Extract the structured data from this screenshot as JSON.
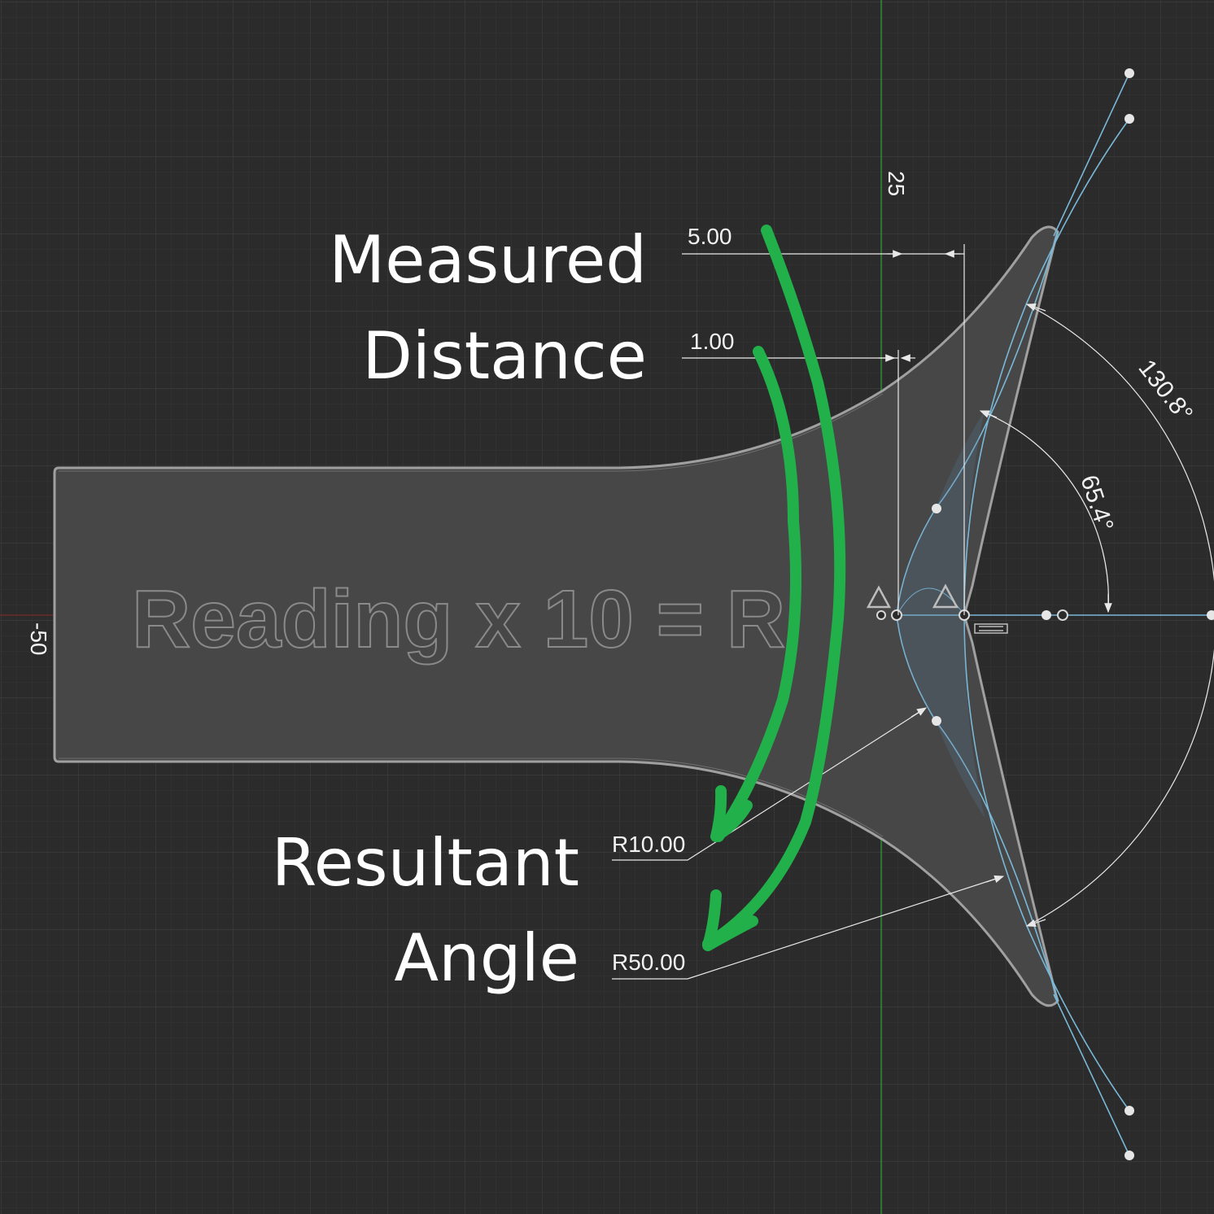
{
  "annotations": {
    "measured_line1": "Measured",
    "measured_line2": "Distance",
    "resultant_line1": "Resultant",
    "resultant_line2": "Angle",
    "watermark": "Reading x 10 = R"
  },
  "dimensions": {
    "dim_5": "5.00",
    "dim_1": "1.00",
    "radius_10": "R10.00",
    "radius_50": "R50.00",
    "angle_outer": "130.8°",
    "angle_inner": "65.4°",
    "axis_top": "25",
    "axis_left": "-50"
  },
  "colors": {
    "background": "#2b2b2b",
    "grid_minor": "#363636",
    "grid_major": "#3e3e3e",
    "body_fill": "#474747",
    "body_edge": "#9a9a9a",
    "sketch_blue": "#7ab8d8",
    "green_arrow": "#22b04a",
    "axis_green": "#2f8a3a",
    "axis_red": "#7a2a2a",
    "dim_line": "#e8e8e8"
  }
}
